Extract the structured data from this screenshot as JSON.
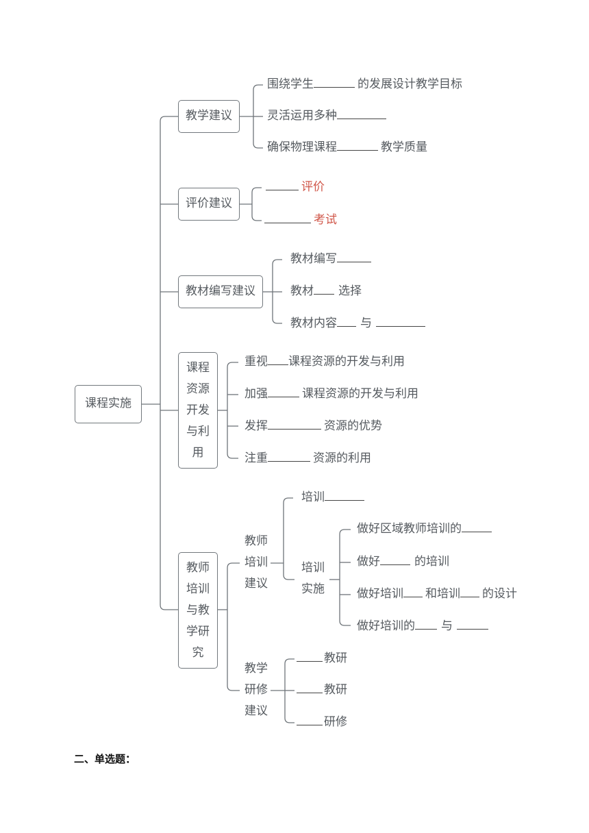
{
  "root": {
    "label": "课程实施"
  },
  "branches": [
    {
      "label": "教学建议",
      "items": [
        {
          "pre": "围绕学生",
          "post": "的发展设计教学目标"
        },
        {
          "pre": "灵活运用多种",
          "post": ""
        },
        {
          "pre": "确保物理课程",
          "post": "教学质量"
        }
      ]
    },
    {
      "label": "评价建议",
      "items": [
        {
          "pre": "",
          "post": "评价"
        },
        {
          "pre": "",
          "post": "考试"
        }
      ]
    },
    {
      "label": "教材编写建议",
      "items": [
        {
          "pre": "教材编写",
          "post": ""
        },
        {
          "pre": "教材",
          "post": "选择"
        },
        {
          "pre": "教材内容",
          "mid": "与",
          "post": ""
        }
      ]
    },
    {
      "label": "课程资源开发与利用",
      "label_lines": [
        "课程",
        "资源",
        "开发",
        "与利",
        "用"
      ],
      "items": [
        {
          "pre": "重视",
          "post": "课程资源的开发与利用"
        },
        {
          "pre": "加强",
          "post": "课程资源的开发与利用"
        },
        {
          "pre": "发挥",
          "post": "资源的优势"
        },
        {
          "pre": "注重",
          "post": "资源的利用"
        }
      ]
    },
    {
      "label": "教师培训与教学研究",
      "label_lines": [
        "教师",
        "培训",
        "与教",
        "学研",
        "究"
      ],
      "sub": [
        {
          "label": "教师培训建议",
          "label_lines": [
            "教师",
            "培训",
            "建议"
          ],
          "items": [
            {
              "pre": "培训",
              "post": ""
            }
          ],
          "sub": {
            "label": "培训实施",
            "label_lines": [
              "培训",
              "实施"
            ],
            "items": [
              {
                "pre": "做好区域教师培训的",
                "post": ""
              },
              {
                "pre": "做好",
                "post": "的培训"
              },
              {
                "pre": "做好培训",
                "mid": "和培训",
                "post": "的设计"
              },
              {
                "pre": "做好培训的",
                "mid": "与",
                "post": ""
              }
            ]
          }
        },
        {
          "label": "教学研修建议",
          "label_lines": [
            "教学",
            "研修",
            "建议"
          ],
          "items": [
            {
              "pre": "",
              "post": "教研"
            },
            {
              "pre": "",
              "post": "教研"
            },
            {
              "pre": "",
              "post": "研修"
            }
          ]
        }
      ]
    }
  ],
  "section_heading": "二、单选题："
}
